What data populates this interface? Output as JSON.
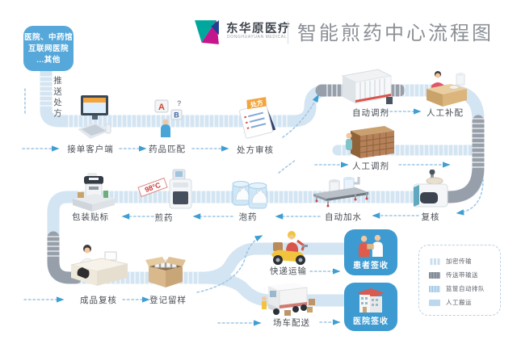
{
  "header": {
    "brand_cn": "东华原医疗",
    "brand_en": "DONGHUAYUAN MEDICAL",
    "title": "智能煎药中心流程图"
  },
  "source_box": {
    "line1": "医院、中药馆",
    "line2": "互联网医院",
    "line3": "...其他"
  },
  "push_label": "推送处方",
  "stations": {
    "receive": {
      "label": "接单客户端"
    },
    "match": {
      "label": "药品匹配",
      "a": "A",
      "b": "B",
      "q": "?"
    },
    "review": {
      "label": "处方审核",
      "tag": "处方"
    },
    "auto_dispense": {
      "label": "自动调剂"
    },
    "manual_supplement": {
      "label": "人工补配"
    },
    "manual_dispense": {
      "label": "人工调剂"
    },
    "recheck": {
      "label": "复核"
    },
    "auto_water": {
      "label": "自动加水"
    },
    "soak": {
      "label": "泡药"
    },
    "decoct": {
      "label": "煎药",
      "temp": "98°C"
    },
    "pack": {
      "label": "包装贴标"
    },
    "product_check": {
      "label": "成品复核"
    },
    "register": {
      "label": "登记留样"
    },
    "express": {
      "label": "快递运输"
    },
    "van": {
      "label": "场车配送"
    },
    "patient_sign": {
      "label": "患者签收"
    },
    "hospital_sign": {
      "label": "医院签收"
    }
  },
  "legend": {
    "items": [
      {
        "label": "加密传输",
        "style": "dotted"
      },
      {
        "label": "传送带输送",
        "style": "dark-striped"
      },
      {
        "label": "篮筐自动排队",
        "style": "light-striped"
      },
      {
        "label": "人工搬运",
        "style": "solid"
      }
    ]
  },
  "colors": {
    "accent_blue": "#3f9ed2",
    "pipe_light": "#d3e4f2",
    "pipe_dark": "#97a0aa",
    "brand_teal": "#00a79d",
    "brand_magenta": "#c6168d",
    "temp_red": "#cc3c3c"
  }
}
